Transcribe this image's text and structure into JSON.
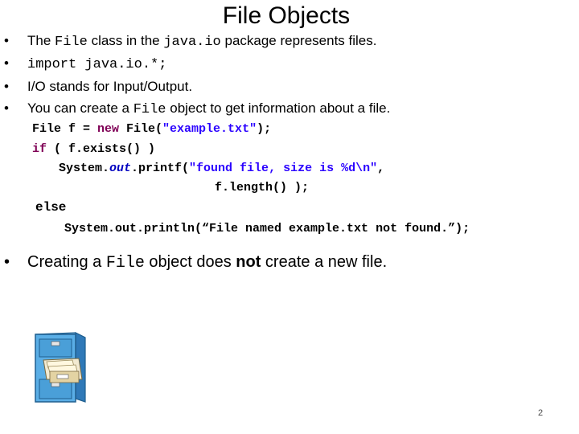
{
  "slide": {
    "title": "File Objects",
    "bullets": [
      {
        "parts": [
          "The ",
          "File",
          " class in the ",
          "java.io",
          " package  represents files."
        ]
      },
      {
        "parts": [
          "import java.io.*;"
        ]
      },
      {
        "parts": [
          "I/O stands for Input/Output."
        ]
      },
      {
        "parts": [
          "You can create a ",
          "File",
          " object to get information about a file."
        ]
      }
    ],
    "bullet_glyph": "•",
    "code": {
      "line1": {
        "a": "File f = ",
        "kw": "new",
        "b": " File(",
        "str": "\"example.txt\"",
        "c": ");"
      },
      "line2": {
        "kw": "if",
        "b": " ( f.exists() )"
      },
      "line3": {
        "a": "System.",
        "it": "out",
        "b": ".printf(",
        "str": "\"found file, size is %d\\n\"",
        "c": ","
      },
      "line4": "f.length() );",
      "line5": "else",
      "line6": "System.out.println(“File named example.txt not found.”);"
    },
    "last_bullet": {
      "parts": [
        "Creating a ",
        "File",
        " object does ",
        "not",
        " create a new file."
      ]
    },
    "page_number": "2"
  },
  "illustration": {
    "name": "file-cabinet-icon",
    "color": "#4a9fd8"
  }
}
